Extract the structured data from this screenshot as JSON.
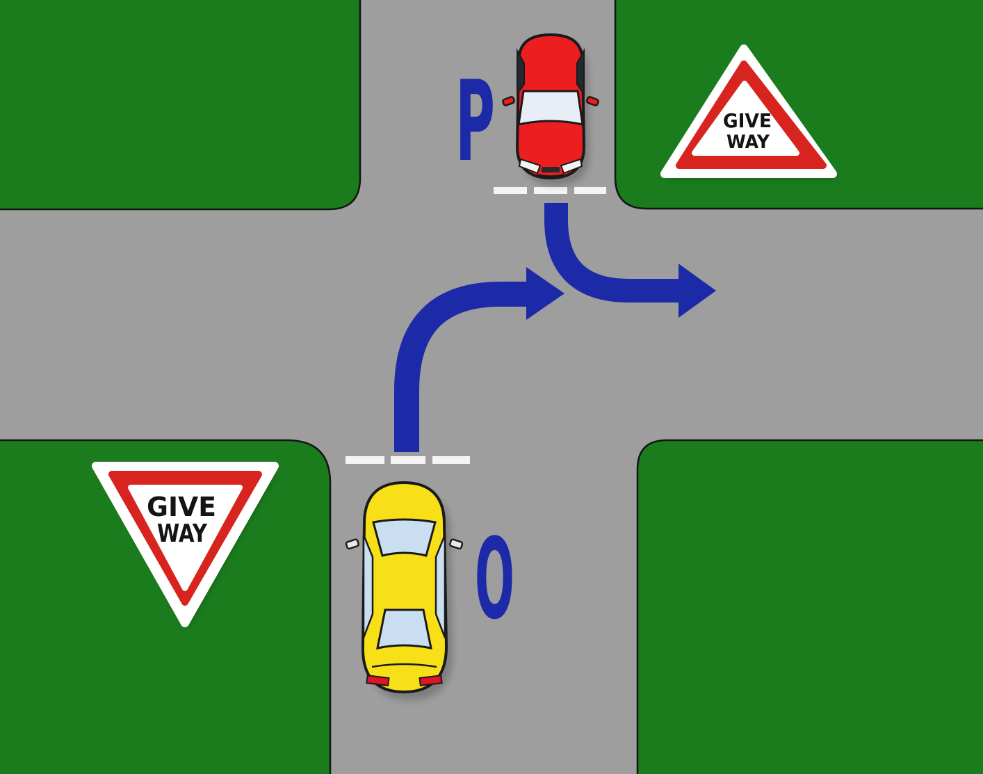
{
  "diagram": {
    "vehicle_labels": {
      "red_car": "P",
      "yellow_car": "O"
    },
    "signs": {
      "top_right": {
        "lines": [
          "GIVE",
          "WAY"
        ],
        "orientation": "point-up"
      },
      "bottom_left": {
        "lines": [
          "GIVE",
          "WAY"
        ],
        "orientation": "point-down"
      }
    },
    "colors": {
      "grass": "#1b7c1e",
      "road": "#9e9e9e",
      "blue": "#1c2aa8",
      "sign_red": "#d7241e",
      "car_red": "#ec1e20",
      "car_yellow": "#f8e018",
      "glass": "#c9def0",
      "glass_light": "#e8eef5",
      "marking_white": "#f4f4f4"
    }
  }
}
